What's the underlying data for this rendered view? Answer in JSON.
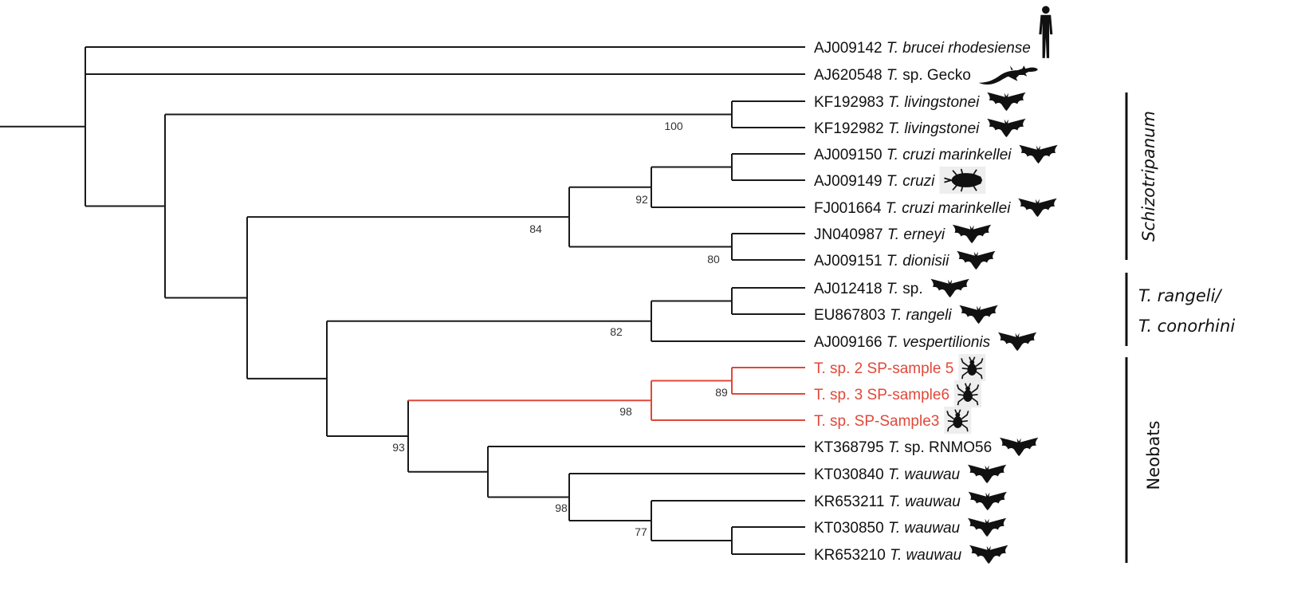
{
  "leaves": [
    {
      "id": "brucei",
      "acc": "AJ009142",
      "sp": "T. brucei rhodesiense",
      "host": "human-icon"
    },
    {
      "id": "gecko",
      "acc": "AJ620548",
      "sp": "T.",
      "rest": " sp. Gecko",
      "host": "lizard-icon"
    },
    {
      "id": "liv1",
      "acc": "KF192983",
      "sp": "T. livingstonei",
      "host": "bat-icon"
    },
    {
      "id": "liv2",
      "acc": "KF192982",
      "sp": "T. livingstonei",
      "host": "bat-icon"
    },
    {
      "id": "marink1",
      "acc": "AJ009150",
      "sp": "T. cruzi marinkellei",
      "host": "bat-icon"
    },
    {
      "id": "cruzi",
      "acc": "AJ009149",
      "sp": "T. cruzi",
      "host": "bug-icon"
    },
    {
      "id": "marink2",
      "acc": "FJ001664",
      "sp": "T. cruzi marinkellei",
      "host": "bat-icon"
    },
    {
      "id": "erneyi",
      "acc": "JN040987",
      "sp": "T. erneyi",
      "host": "bat-icon"
    },
    {
      "id": "dionisii",
      "acc": "AJ009151",
      "sp": "T. dionisii",
      "host": "bat-icon"
    },
    {
      "id": "tsp",
      "acc": "AJ012418",
      "sp": "T.",
      "rest": " sp.",
      "host": "bat-icon"
    },
    {
      "id": "rangeli",
      "acc": "EU867803",
      "sp": "T. rangeli",
      "host": "bat-icon"
    },
    {
      "id": "vesp",
      "acc": "AJ009166",
      "sp": "T. vespertilionis",
      "host": "bat-icon"
    },
    {
      "id": "s5",
      "plain": "T. sp. 2 SP-sample 5",
      "host": "tick-icon",
      "highlight": true
    },
    {
      "id": "s6",
      "plain": "T. sp. 3 SP-sample6",
      "host": "tick-icon",
      "highlight": true
    },
    {
      "id": "s3",
      "plain": "T. sp. SP-Sample3",
      "host": "tick-icon",
      "highlight": true
    },
    {
      "id": "rnmo",
      "acc": "KT368795",
      "sp": "T.",
      "rest": " sp. RNMO56",
      "host": "bat-icon"
    },
    {
      "id": "ww1",
      "acc": "KT030840",
      "sp": "T. wauwau",
      "host": "bat-icon"
    },
    {
      "id": "ww2",
      "acc": "KR653211",
      "sp": "T. wauwau",
      "host": "bat-icon"
    },
    {
      "id": "ww3",
      "acc": "KT030850",
      "sp": "T. wauwau",
      "host": "bat-icon"
    },
    {
      "id": "ww4",
      "acc": "KR653210",
      "sp": "T. wauwau",
      "host": "bat-icon"
    }
  ],
  "bootstrap": [
    {
      "node": "livingstonei",
      "value": "100"
    },
    {
      "node": "cruzi",
      "value": "92"
    },
    {
      "node": "schizo",
      "value": "84"
    },
    {
      "node": "erneyi-dionisii",
      "value": "80"
    },
    {
      "node": "rangeli",
      "value": "82"
    },
    {
      "node": "ticks",
      "value": "98"
    },
    {
      "node": "ticks-inner",
      "value": "89"
    },
    {
      "node": "neobats",
      "value": "93"
    },
    {
      "node": "wauwau",
      "value": "98"
    },
    {
      "node": "wauwau-inner",
      "value": "77"
    }
  ],
  "clades": [
    {
      "id": "schizotripanum",
      "lines": [
        "Schizotripanum"
      ],
      "italic": true
    },
    {
      "id": "rangeli-conorhini",
      "lines": [
        "T. rangeli/",
        "T. conorhini"
      ],
      "italic": true
    },
    {
      "id": "neobats",
      "lines": [
        "Neobats"
      ],
      "italic": false
    }
  ],
  "colors": {
    "tree": "#1a1a1a",
    "highlight": "#e0483a"
  }
}
